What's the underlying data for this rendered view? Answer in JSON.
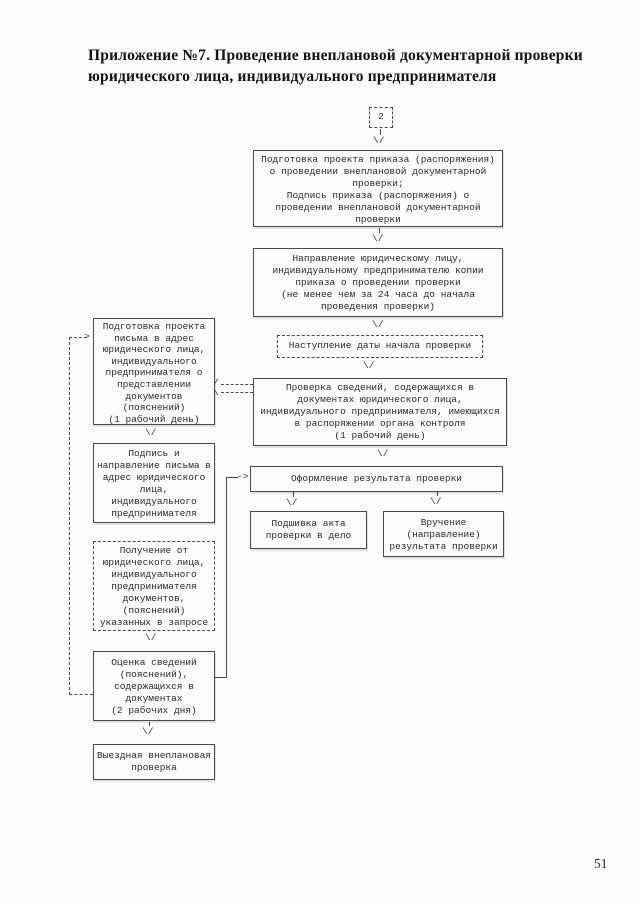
{
  "document": {
    "title": "Приложение №7. Проведение внеплановой документарной проверки\nюридического лица, индивидуального предпринимателя",
    "page_number": "51"
  },
  "flowchart": {
    "ref_label": "2",
    "boxes": {
      "prepare_order": {
        "text": "Подготовка проекта приказа (распоряжения)\nо проведении внеплановой документарной\nпроверки;\nПодпись приказа (распоряжения) о\nпроведении внеплановой документарной\nпроверки"
      },
      "send_order_copy": {
        "text": "Направление юридическому лицу,\nиндивидуальному предпринимателю копии\nприказа о проведении проверки\n(не менее чем за 24 часа до начала\nпроведения проверки)"
      },
      "start_date": {
        "text": "Наступление даты начала проверки"
      },
      "verify_documents": {
        "text": "Проверка сведений, содержащихся в\nдокументах юридического лица,\nиндивидуального предпринимателя, имеющихся\nв распоряжении органа контроля\n(1 рабочий день)"
      },
      "format_result": {
        "text": "Оформление результата проверки"
      },
      "file_act": {
        "text": "Подшивка акта\nпроверки в дело"
      },
      "deliver_result": {
        "text": "Вручение\n(направление)\nрезультата проверки"
      },
      "prepare_letter": {
        "text": "Подготовка проекта\nписьма в адрес\nюридического лица,\nиндивидуального\nпредпринимателя о\nпредставлении\nдокументов\n(пояснений)\n(1 рабочий день)"
      },
      "sign_send_letter": {
        "text": "Подпись и\nнаправление письма в\nадрес юридического\nлица,\nиндивидуального\nпредпринимателя"
      },
      "receive_documents": {
        "text": "Получение от\nюридического лица,\nиндивидуального\nпредпринимателя\nдокументов,\n(пояснений)\nуказанных в запросе"
      },
      "evaluate_information": {
        "text": "Оценка сведений\n(пояснений),\nсодержащихся в\nдокументах\n(2 рабочих дня)"
      },
      "onsite_inspection": {
        "text": "Выездная внеплановая\nпроверка"
      }
    },
    "glyphs": {
      "arrow_down": "\\/",
      "arrow_right": "->",
      "arrow_right_head": ">",
      "arrowhead_upper": "/",
      "arrowhead_lower": "\\"
    },
    "colors": {
      "ink": "#2b2b2b",
      "border": "#4a4a4a",
      "paper": "#fbfbf9"
    }
  }
}
